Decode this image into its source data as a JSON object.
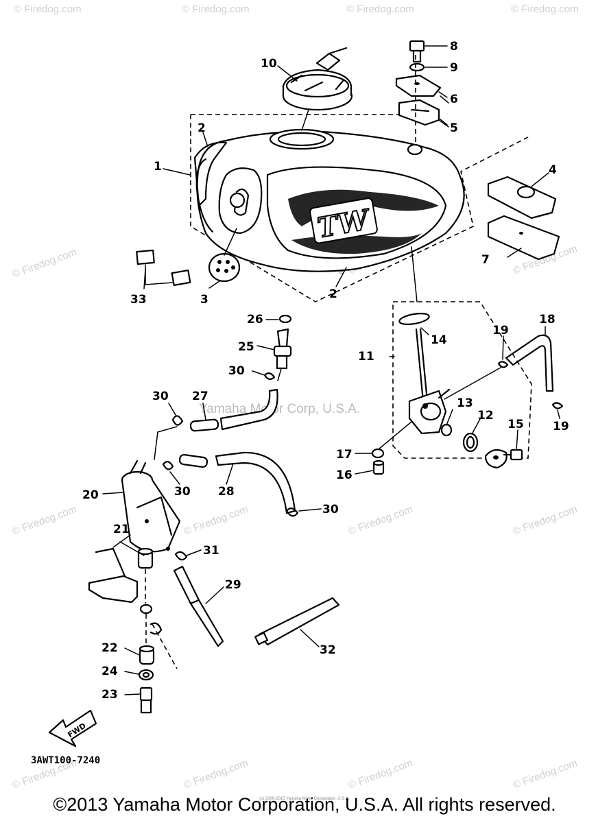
{
  "diagram": {
    "drawing_code": "3AWT100-7240",
    "fwd_label": "FWD",
    "tank_badge": "TW",
    "callouts": {
      "c1": "1",
      "c2a": "2",
      "c2b": "2",
      "c3": "3",
      "c4": "4",
      "c5": "5",
      "c6": "6",
      "c7": "7",
      "c8": "8",
      "c9": "9",
      "c10": "10",
      "c11": "11",
      "c12": "12",
      "c13": "13",
      "c14": "14",
      "c15": "15",
      "c16": "16",
      "c17": "17",
      "c18": "18",
      "c19a": "19",
      "c19b": "19",
      "c20": "20",
      "c21": "21",
      "c22": "22",
      "c23": "23",
      "c24": "24",
      "c25": "25",
      "c26": "26",
      "c27": "27",
      "c28": "28",
      "c29": "29",
      "c30a": "30",
      "c30b": "30",
      "c30c": "30",
      "c30d": "30",
      "c31": "31",
      "c32": "32",
      "c33": "33"
    }
  },
  "watermarks": {
    "firedog": "© Firedog.com",
    "yamaha": "Yamaha Motor Corp, U.S.A."
  },
  "footer": {
    "copyright": "©2013 Yamaha Motor Corporation, U.S.A. All rights reserved.",
    "fine_print": "(c) 2009-2015 Yamaha Motor Corporation, U.S.A."
  }
}
